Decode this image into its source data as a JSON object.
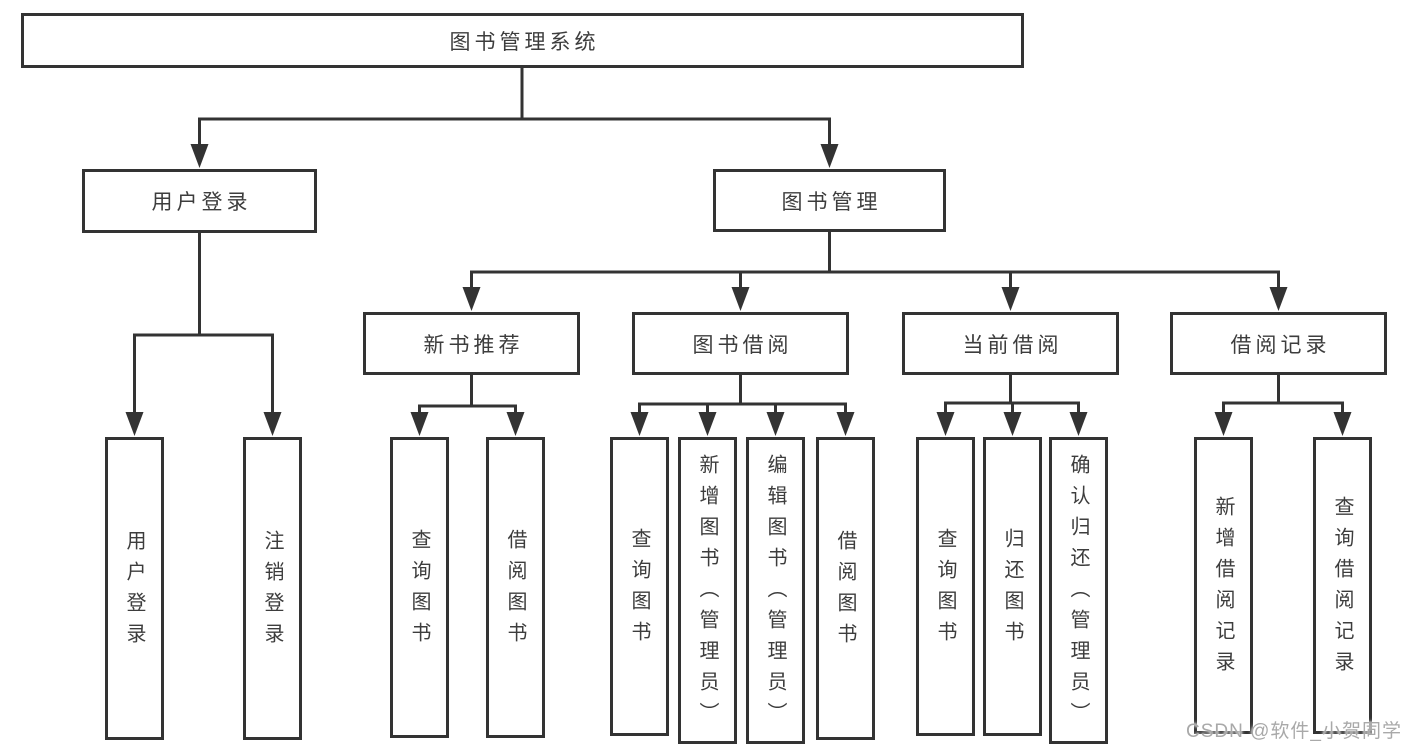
{
  "meta": {
    "watermark": "CSDN @软件_小贺同学"
  },
  "colors": {
    "line": "#333333",
    "border": "#333333",
    "text": "#3d3d3d",
    "background": "#ffffff",
    "watermark": "#a9a9a9"
  },
  "tree": {
    "root": {
      "label": "图书管理系统"
    },
    "branches": [
      {
        "label": "用户登录",
        "children": [
          {
            "label": "用户登录"
          },
          {
            "label": "注销登录"
          }
        ]
      },
      {
        "label": "图书管理",
        "children": [
          {
            "label": "新书推荐",
            "children": [
              {
                "label": "查询图书"
              },
              {
                "label": "借阅图书"
              }
            ]
          },
          {
            "label": "图书借阅",
            "children": [
              {
                "label": "查询图书"
              },
              {
                "label": "新增图书（管理员）"
              },
              {
                "label": "编辑图书（管理员）"
              },
              {
                "label": "借阅图书"
              }
            ]
          },
          {
            "label": "当前借阅",
            "children": [
              {
                "label": "查询图书"
              },
              {
                "label": "归还图书"
              },
              {
                "label": "确认归还（管理员）"
              }
            ]
          },
          {
            "label": "借阅记录",
            "children": [
              {
                "label": "新增借阅记录"
              },
              {
                "label": "查询借阅记录"
              }
            ]
          }
        ]
      }
    ]
  }
}
